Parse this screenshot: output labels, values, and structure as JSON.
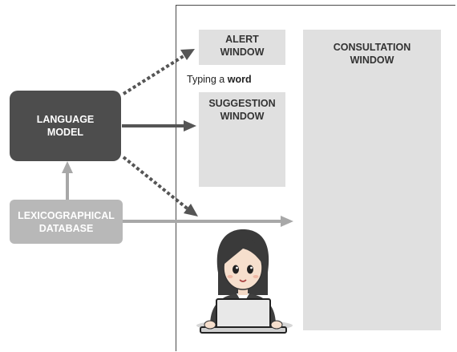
{
  "language_model": {
    "line1": "LANGUAGE",
    "line2": "MODEL"
  },
  "lexicographical_database": {
    "line1": "LEXICOGRAPHICAL",
    "line2": "DATABASE"
  },
  "alert_window": {
    "line1": "ALERT",
    "line2": "WINDOW"
  },
  "suggestion_window": {
    "line1": "SUGGESTION",
    "line2": "WINDOW"
  },
  "consultation_window": {
    "line1": "CONSULTATION",
    "line2": "WINDOW"
  },
  "typing_label": {
    "prefix": "Typing a ",
    "emphasis": "word"
  },
  "colors": {
    "model_box": "#4d4d4d",
    "database_box": "#b8b8b8",
    "window_panel": "#e0e0e0",
    "arrow_dark": "#555555",
    "arrow_light": "#a8a8a8"
  },
  "icons": {
    "user": "woman-at-laptop-icon"
  }
}
